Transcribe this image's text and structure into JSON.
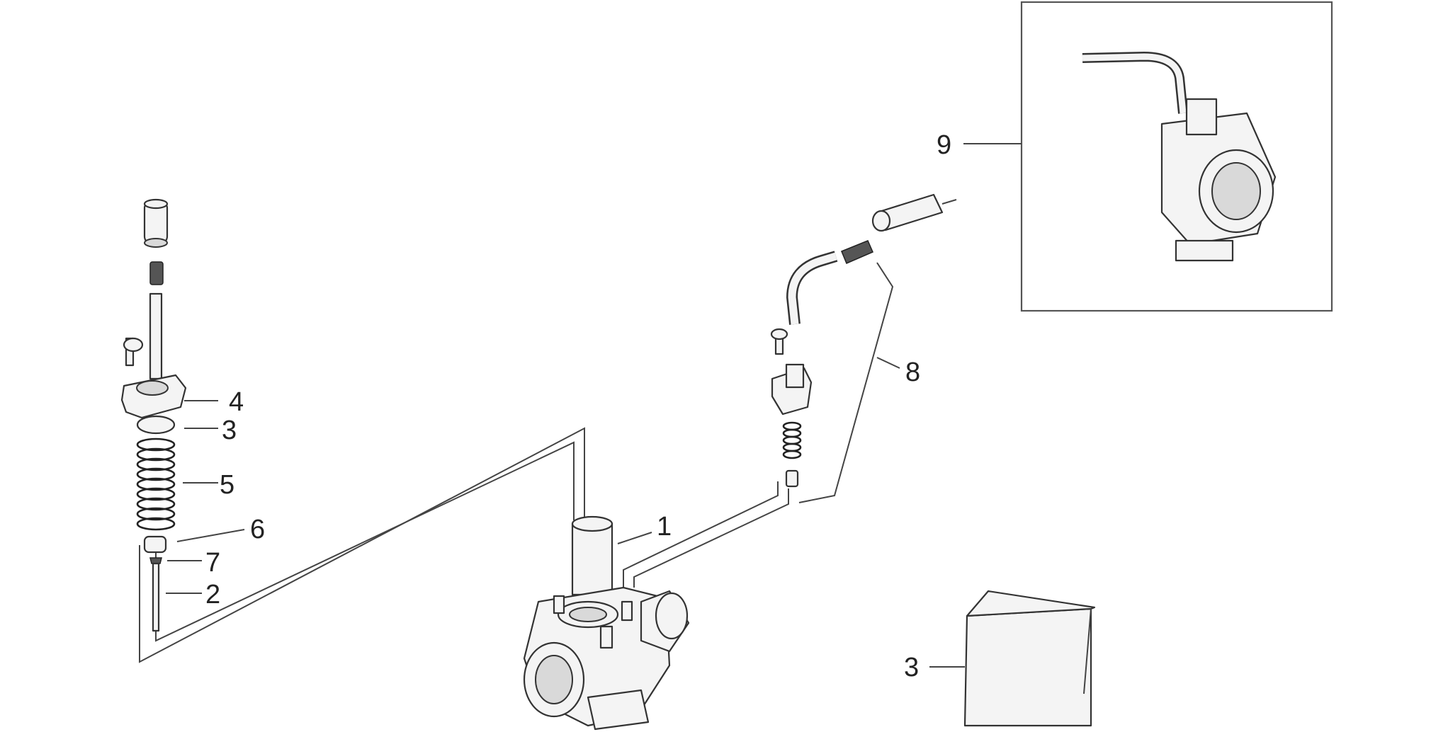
{
  "callouts": {
    "c1": "1",
    "c2": "2",
    "c3_needle": "3",
    "c3_bag": "3",
    "c4": "4",
    "c5": "5",
    "c6": "6",
    "c7": "7",
    "c8": "8",
    "c9": "9"
  },
  "colors": {
    "line": "#444444",
    "part_fill": "#f4f4f4",
    "background": "#ffffff"
  }
}
